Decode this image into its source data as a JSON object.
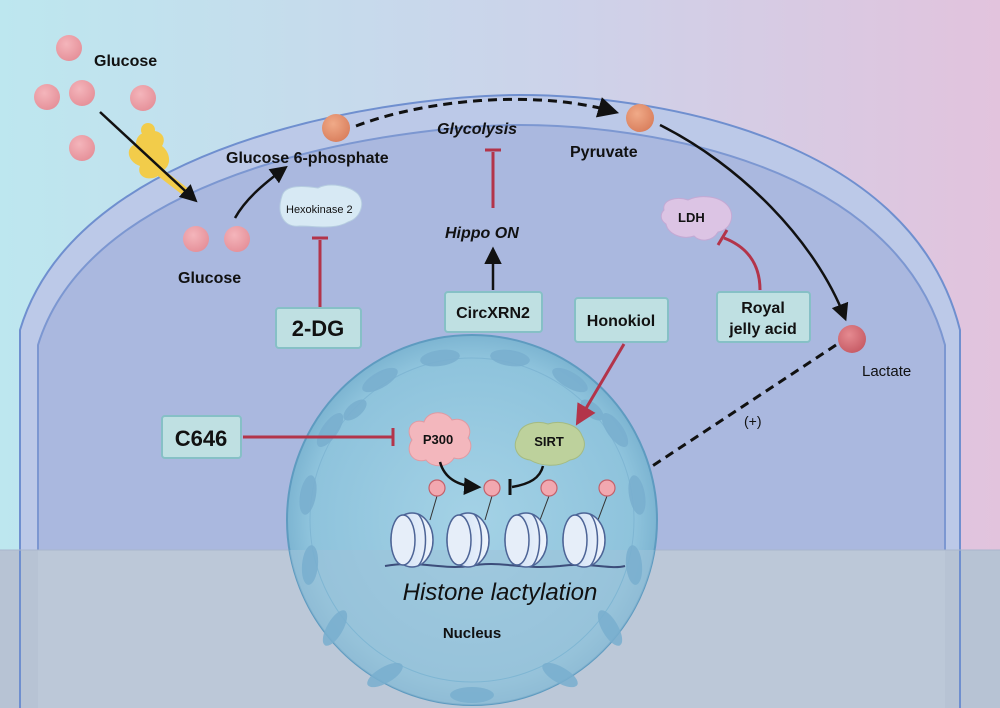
{
  "labels": {
    "glucose_outside": "Glucose",
    "glucose_inside": "Glucose",
    "g6p": "Glucose 6-phosphate",
    "hexokinase": "Hexokinase 2",
    "two_dg": "2-DG",
    "glycolysis": "Glycolysis",
    "hippo": "Hippo ON",
    "circxrn2": "CircXRN2",
    "pyruvate": "Pyruvate",
    "ldh": "LDH",
    "royal_line1": "Royal",
    "royal_line2": "jelly acid",
    "honokiol": "Honokiol",
    "lactate": "Lactate",
    "plus": "(+)",
    "c646": "C646",
    "p300": "P300",
    "sirt": "SIRT",
    "histone": "Histone lactylation",
    "nucleus": "Nucleus"
  },
  "colors": {
    "bg_left": "#bfe6ee",
    "bg_right": "#e3c3dd",
    "cytoplasm": "#aab9df",
    "inhibit": "#b3344a",
    "box_fill": "#bfe0e2",
    "box_stroke": "#86c0c6",
    "pink_ball": "#eaa0a8",
    "orange_ball": "#e0906e"
  }
}
